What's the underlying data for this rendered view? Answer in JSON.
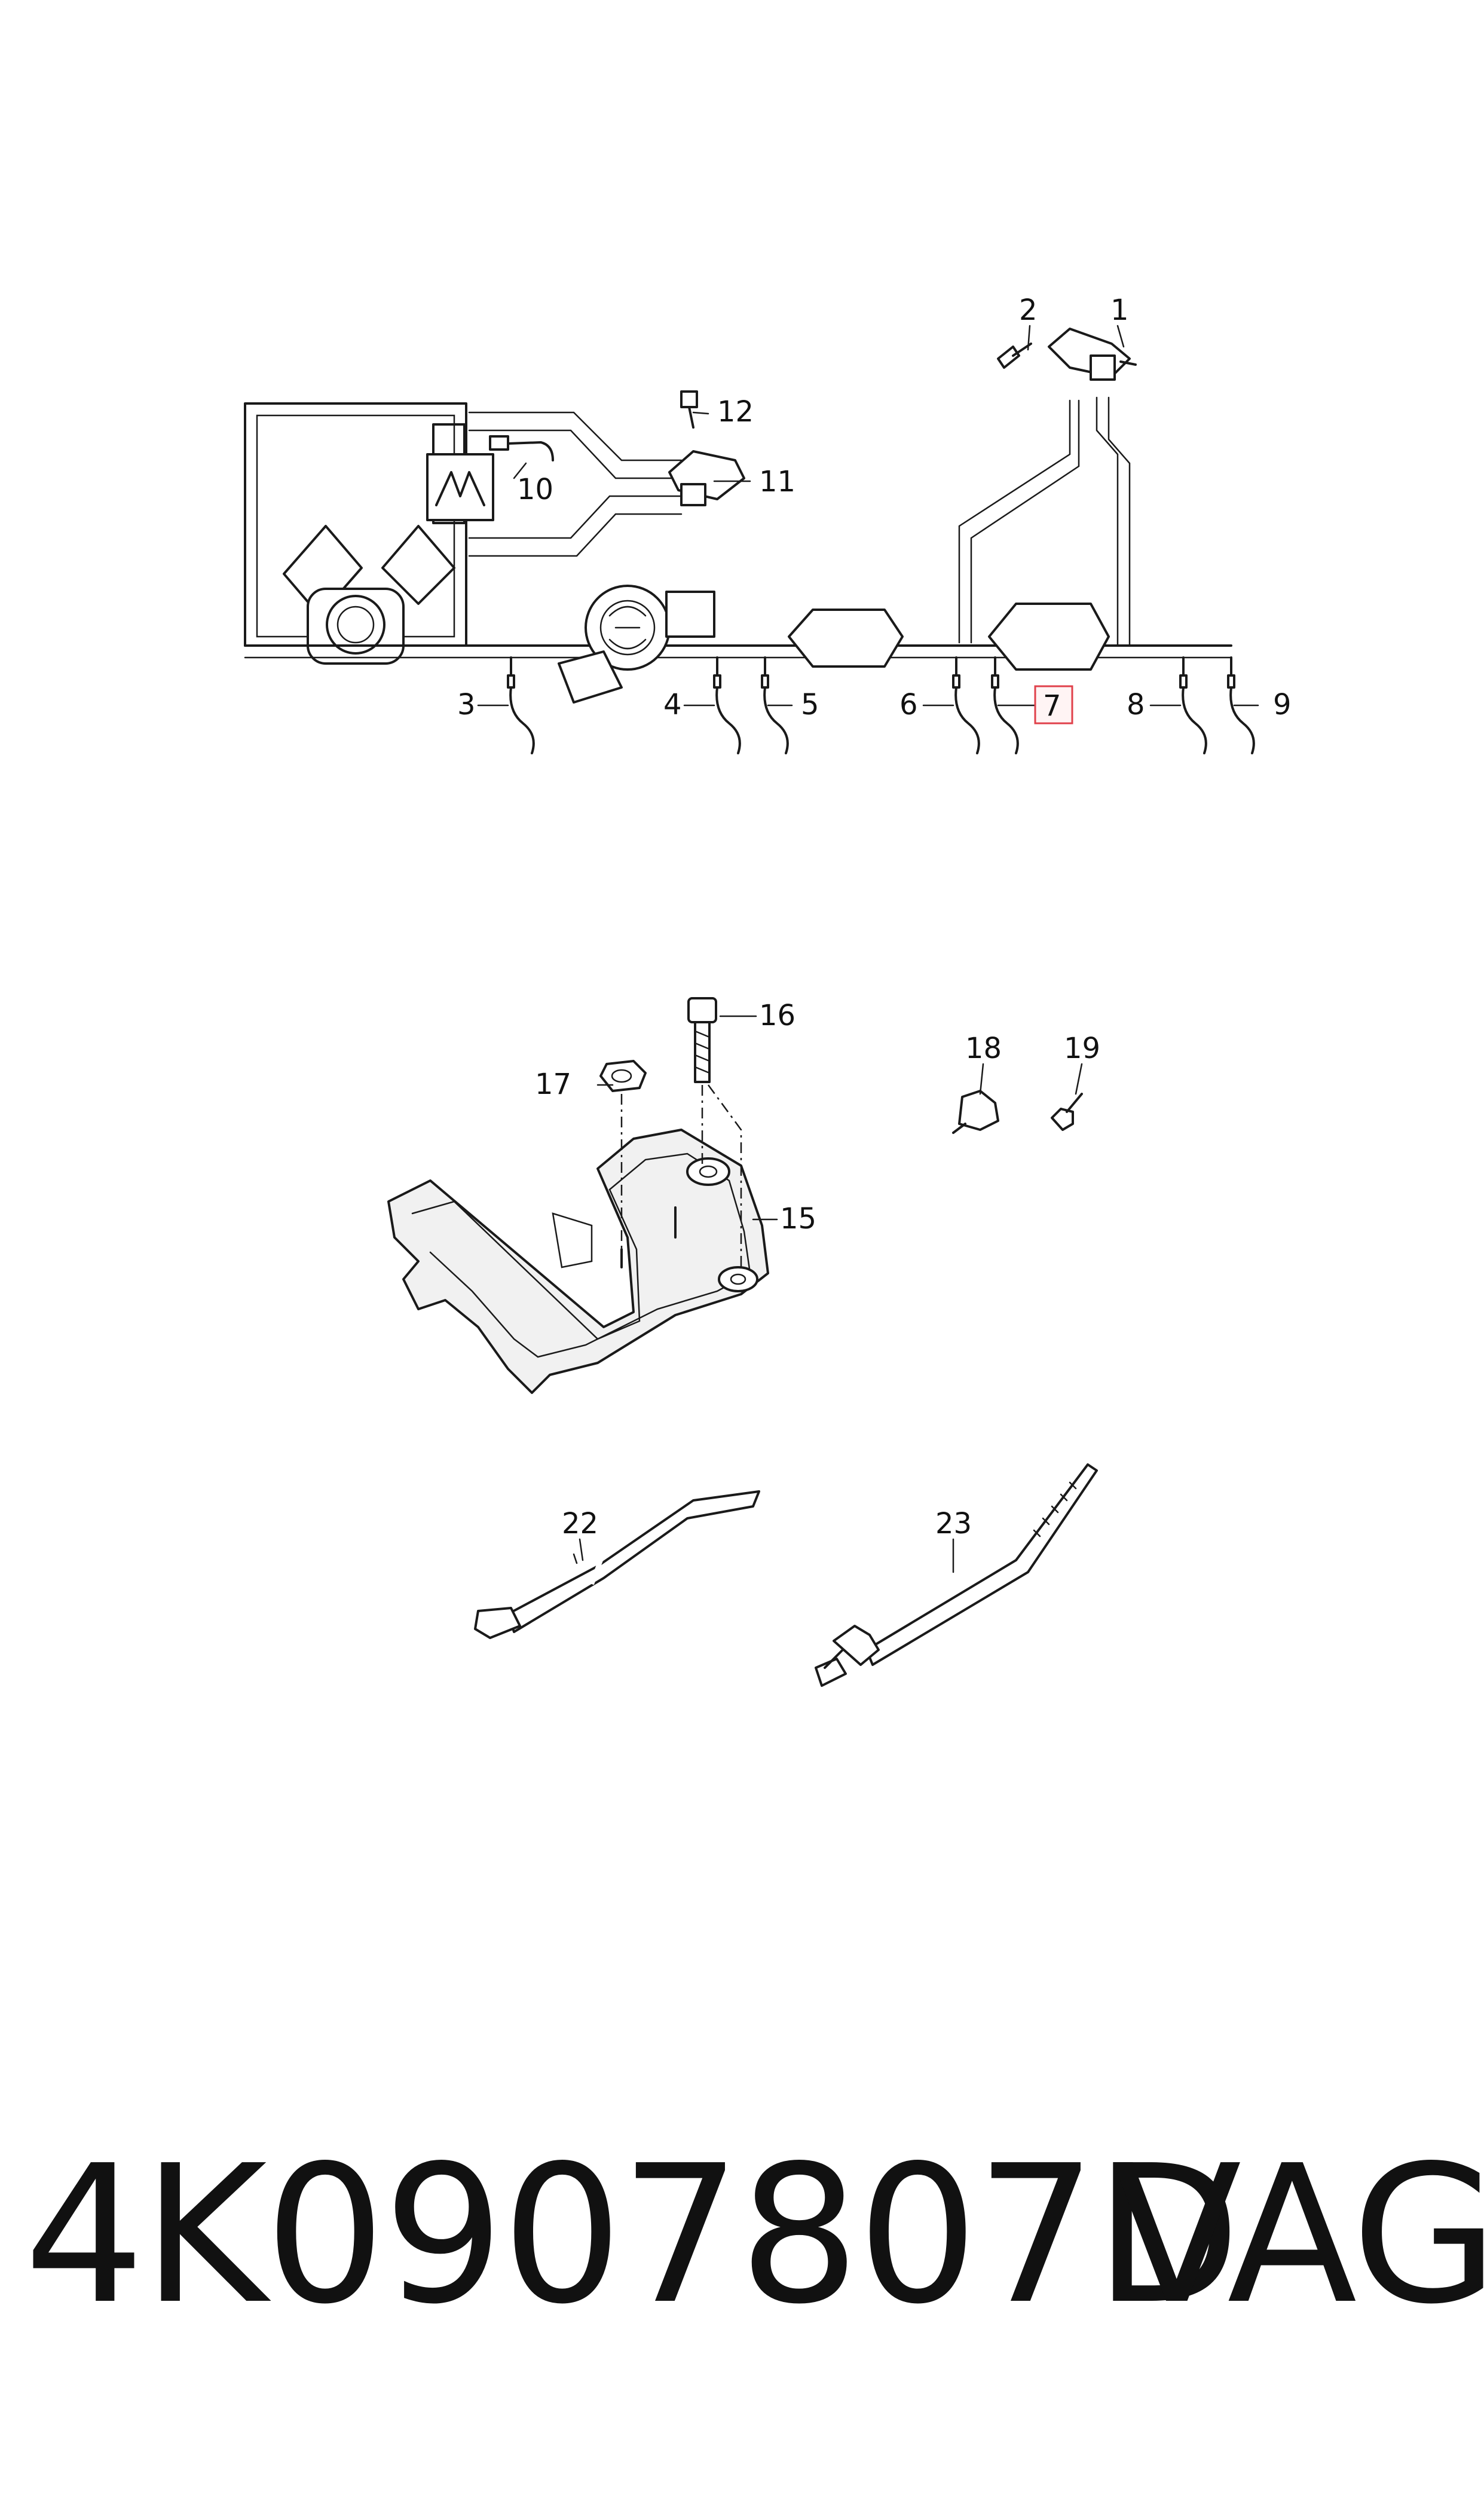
{
  "callouts": {
    "c1": "1",
    "c2": "2",
    "c3": "3",
    "c4": "4",
    "c5": "5",
    "c6": "6",
    "c7": "7",
    "c8": "8",
    "c9": "9",
    "c10": "10",
    "c11": "11",
    "c12": "12",
    "c15": "15",
    "c16": "16",
    "c17": "17",
    "c18": "18",
    "c19": "19",
    "c22": "22",
    "c23": "23"
  },
  "highlight_color": "#e0404a",
  "footer": {
    "part_number": "4K0907807D",
    "brand": "VAG"
  }
}
